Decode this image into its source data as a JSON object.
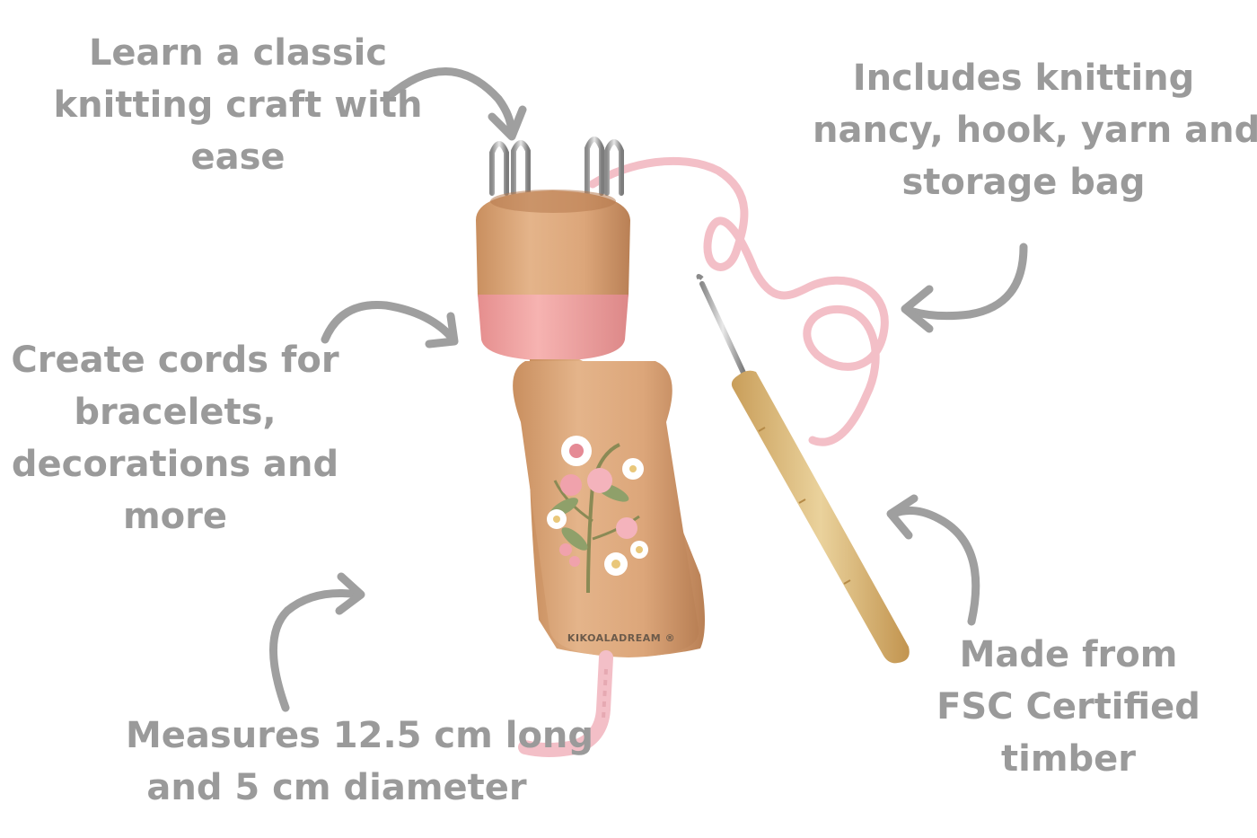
{
  "captions": {
    "learn": [
      "Learn a classic",
      "knitting craft with",
      "ease"
    ],
    "includes": [
      "Includes knitting",
      "nancy, hook, yarn and",
      "storage bag"
    ],
    "create": [
      "Create cords for",
      "bracelets,",
      "decorations and",
      "more"
    ],
    "made": [
      "Made from",
      "FSC Certified",
      "timber"
    ],
    "measures": [
      "Measures 12.5 cm long",
      "and 5 cm diameter"
    ]
  },
  "brand": {
    "logo_text": "KIKOALADREAM"
  },
  "colors": {
    "text": "#9a9a9a",
    "arrow": "#9f9f9f",
    "wood": "#d9a77b",
    "pink_band": "#f4a6a6",
    "yarn": "#f3bfc7",
    "bamboo": "#dcbb7d"
  },
  "icons": {
    "arrows": "curved-arrow-icon"
  }
}
